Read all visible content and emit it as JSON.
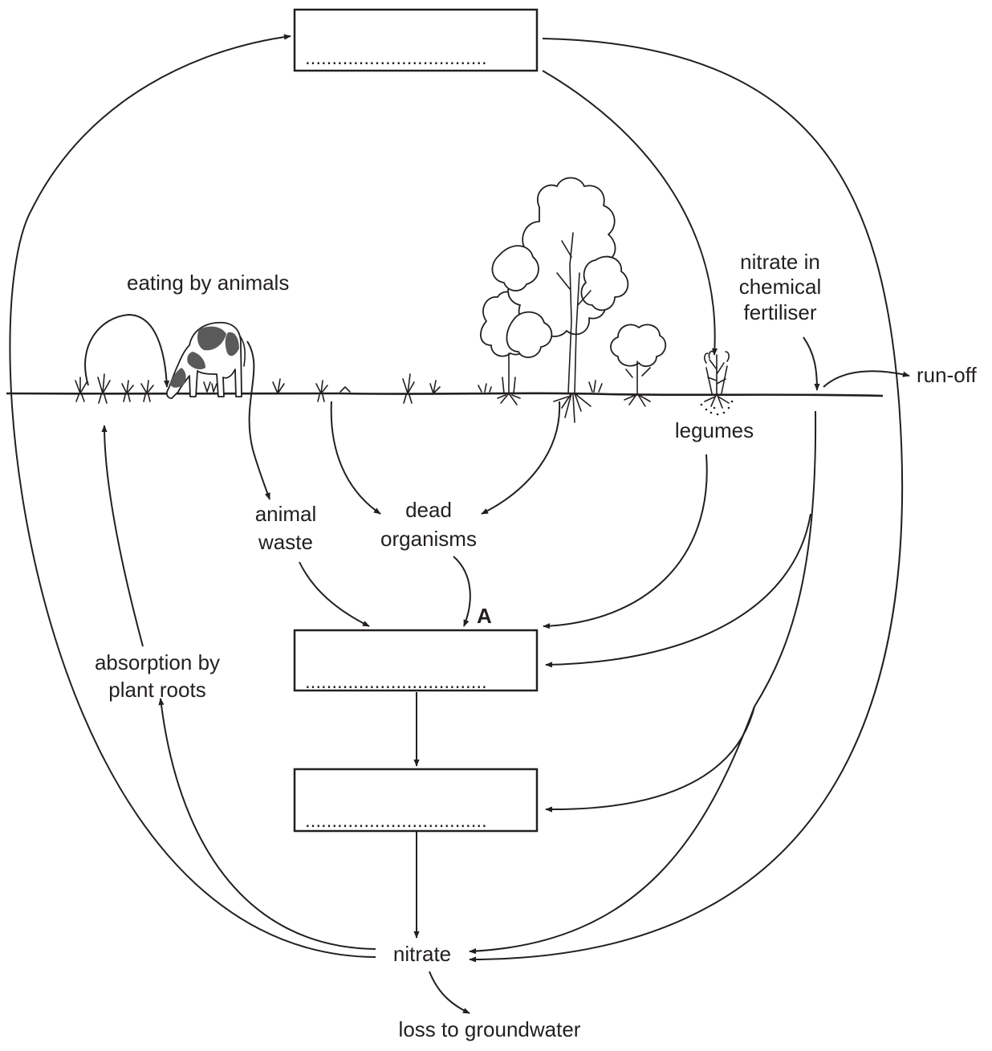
{
  "labels": {
    "eating": "eating by animals",
    "nitrate_fert_1": "nitrate in",
    "nitrate_fert_2": "chemical",
    "nitrate_fert_3": "fertiliser",
    "runoff": "run-off",
    "legumes": "legumes",
    "animal_waste_1": "animal",
    "animal_waste_2": "waste",
    "dead_org_1": "dead",
    "dead_org_2": "organisms",
    "label_a": "A",
    "absorption_1": "absorption by",
    "absorption_2": "plant roots",
    "nitrate": "nitrate",
    "groundwater": "loss to groundwater"
  },
  "boxes": {
    "top_answer": "..................................",
    "middle_answer": "..................................",
    "lower_answer": ".................................."
  },
  "colors": {
    "ink": "#231f20",
    "cow_patch": "#5a5a5a",
    "background": "#ffffff"
  }
}
